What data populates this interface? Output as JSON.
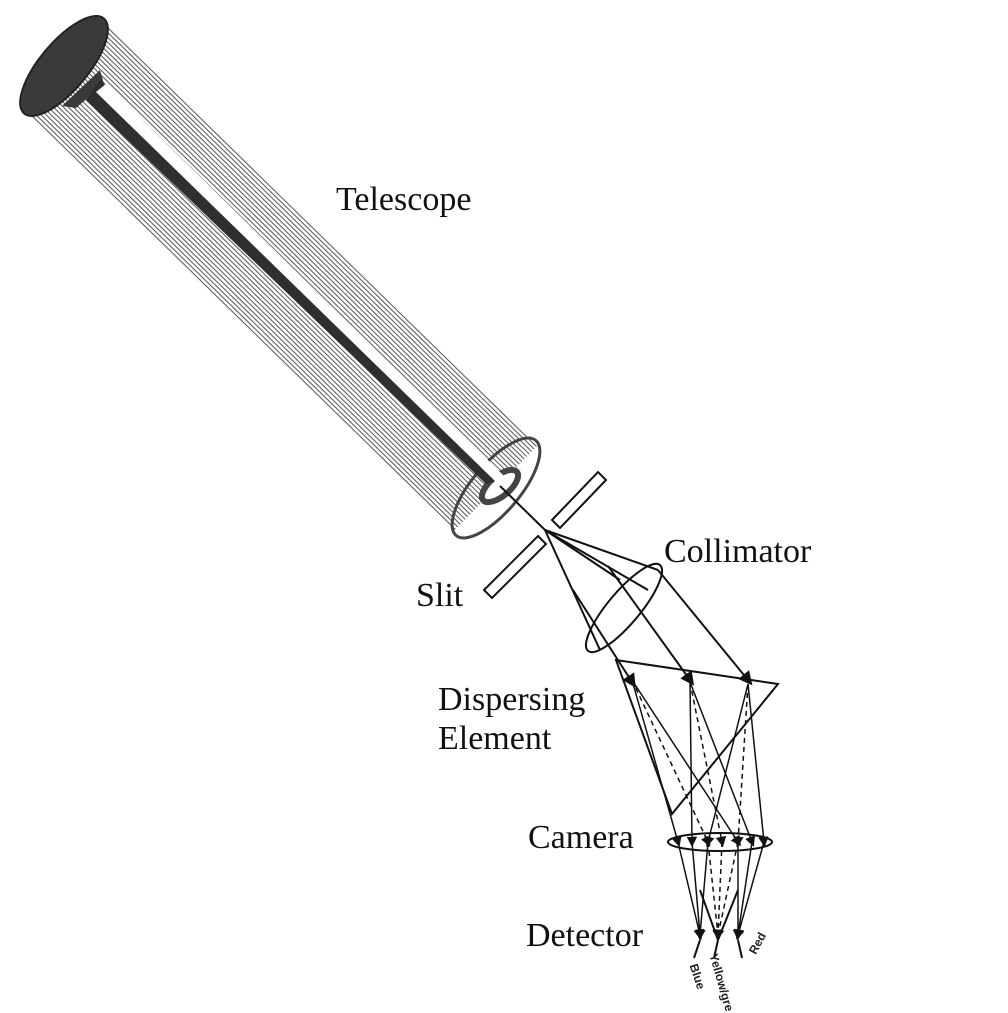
{
  "labels": {
    "telescope": "Telescope",
    "collimator": "Collimator",
    "slit": "Slit",
    "dispersing_line1": "Dispersing",
    "dispersing_line2": "Element",
    "camera": "Camera",
    "detector": "Detector"
  },
  "ray_labels": {
    "blue": "Blue",
    "yellow_green": "Yellow/gre",
    "red": "Red"
  },
  "colors": {
    "line": "#111111",
    "tube": "#555555",
    "mirror": "#3a3a3a"
  }
}
